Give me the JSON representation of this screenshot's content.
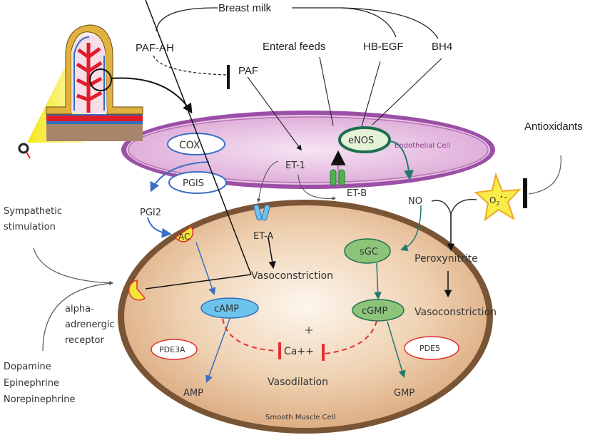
{
  "diagram": {
    "top_labels": {
      "breast_milk": "Breast milk",
      "paf_ah": "PAF-AH",
      "paf": "PAF",
      "enteral_feeds": "Enteral feeds",
      "hb_egf": "HB-EGF",
      "bh4": "BH4",
      "antioxidants": "Antioxidants"
    },
    "endothelial_cell": {
      "label": "Endothelial Cell",
      "cox": "COX",
      "pgis": "PGIS",
      "enos": "eNOS",
      "et1": "ET-1",
      "etb": "ET-B"
    },
    "outside": {
      "pgi2": "PGI2",
      "no": "NO",
      "superoxide": "O",
      "superoxide_sub": "2",
      "superoxide_sup": "•−",
      "sympathetic_line1": "Sympathetic",
      "sympathetic_line2": "stimulation",
      "alpha_line1": "alpha-",
      "alpha_line2": "adrenergic",
      "alpha_line3": "receptor",
      "catecholamines": [
        "Dopamine",
        "Epinephrine",
        "Norepinephrine"
      ]
    },
    "smooth_muscle_cell": {
      "label": "Smooth Muscle Cell",
      "ac": "AC",
      "eta": "ET-A",
      "vasoconstriction_center": "Vasoconstriction",
      "camp": "cAMP",
      "pde3a": "PDE3A",
      "amp": "AMP",
      "ca": "Ca++",
      "vasodilation": "Vasodilation",
      "sgc": "sGC",
      "cgmp": "cGMP",
      "pde5": "PDE5",
      "gmp": "GMP",
      "peroxynitrite": "Peroxynitrite",
      "vasoconstriction_right": "Vasoconstriction"
    },
    "colors": {
      "endothelial_fill": "#e6b8df",
      "endothelial_border": "#9c4fa6",
      "smooth_muscle_fill": "#e8c29c",
      "smooth_muscle_border": "#7a5535",
      "enos_border": "#1f6e4f",
      "enos_fill": "#e4f2d8",
      "sgc_fill": "#8cc47a",
      "camp_fill": "#6cc4ec",
      "blue_arrow": "#3a6fc4",
      "green_arrow": "#1f7a6a",
      "red_inhibit": "#e23030",
      "receptor_yellow": "#f5e63a",
      "star_yellow": "#f7ec4a"
    }
  }
}
